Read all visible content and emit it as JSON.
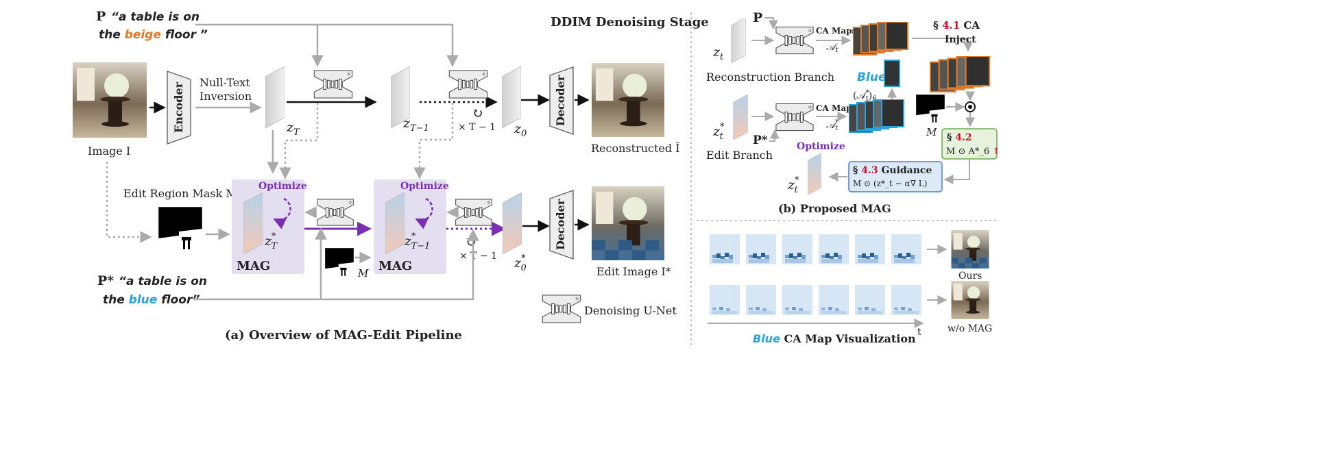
{
  "panel_a": {
    "caption": "(a)  Overview of MAG-Edit Pipeline",
    "stage_title": "DDIM Denoising Stage",
    "prompt_source": {
      "p_label": "P",
      "line1": "“a table is on",
      "line2_pre": "the ",
      "line2_word": "beige",
      "line2_post": " floor ”",
      "word_color": "#e07b2a"
    },
    "prompt_edit": {
      "p_label": "P*",
      "line1": "“a table is on",
      "line2_pre": "the ",
      "line2_word": "blue",
      "line2_post": " floor”",
      "word_color": "#2aa3dd"
    },
    "image_label": "Image I",
    "encoder_label": "Encoder",
    "null_text_line1": "Null-Text",
    "null_text_line2": "Inversion",
    "latents": {
      "zT": "z_T",
      "zT1": "z_{T-1}",
      "z0": "z_0",
      "zTs": "z*_T",
      "zT1s": "z*_{T-1}",
      "z0s": "z*_0"
    },
    "repeat_top": "× T − 1",
    "repeat_bottom": "× T − 1",
    "decoder_label": "Decoder",
    "reconstructed_label": "Reconstructed Î",
    "edit_image_label": "Edit Image I*",
    "mask_label": "Edit Region Mask M",
    "mag_label": "MAG",
    "optimize_label": "Optimize",
    "m_label": "M",
    "legend_unet": "Denoising U-Net"
  },
  "panel_b": {
    "caption": "(b) Proposed MAG",
    "p_top": "P",
    "p_edit": "P*",
    "zt": "z_t",
    "zts": "z*_t",
    "ca_maps": "CA Maps",
    "a_t": "A_t",
    "a_ts": "A*_t",
    "reconstruction_branch": "Reconstruction Branch",
    "edit_branch": "Edit Branch",
    "blue_word": "Blue",
    "a6": "(A*_t)_6",
    "sec41_num": "4.1",
    "sec41_rest": "CA",
    "inject": "Inject",
    "sec42_num": "4.2",
    "sec42_formula": "M ⊙ A*_6",
    "sec43_num": "4.3",
    "sec43_title": "Guidance",
    "sec43_formula": "M ⊙ (z*_t − α∇ L)",
    "optimize": "Optimize",
    "m": "M",
    "zts_out": "z*_t"
  },
  "panel_c": {
    "caption_word": "Blue",
    "caption_rest": "CA  Map Visualization",
    "ours": "Ours",
    "wo": "w/o MAG",
    "t": "t"
  },
  "colors": {
    "accent_purple": "#7a2fb0",
    "accent_red": "#c8102e",
    "accent_blue": "#2aa3dd",
    "accent_orange": "#e07b2a",
    "mag_bg": "#e3def0",
    "green_box": "#e6f2dc",
    "blue_box": "#dde9f7"
  }
}
